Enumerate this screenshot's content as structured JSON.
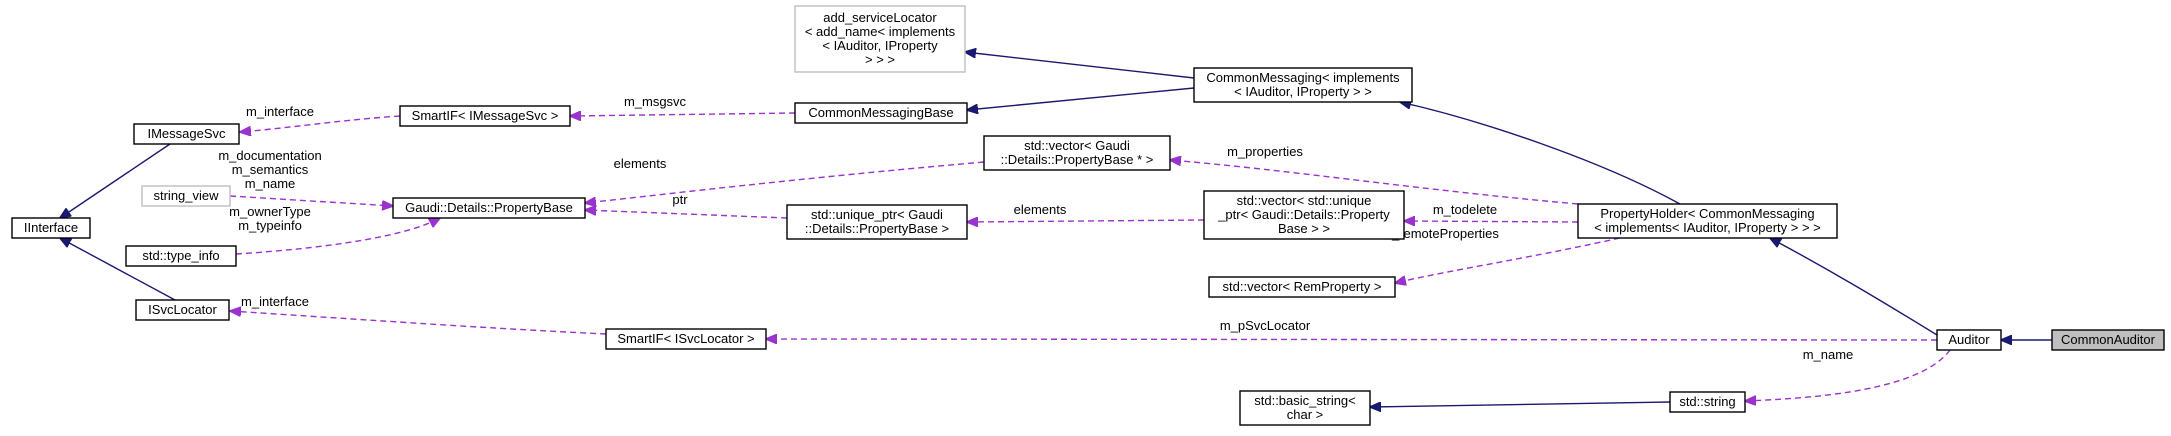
{
  "nodes": {
    "iinterface": {
      "lines": [
        "IInterface"
      ]
    },
    "imessagesvc": {
      "lines": [
        "IMessageSvc"
      ]
    },
    "isvclocator": {
      "lines": [
        "ISvcLocator"
      ]
    },
    "string_view": {
      "lines": [
        "string_view"
      ]
    },
    "type_info": {
      "lines": [
        "std::type_info"
      ]
    },
    "smartif_msgsvc": {
      "lines": [
        "SmartIF< IMessageSvc >"
      ]
    },
    "propertybase": {
      "lines": [
        "Gaudi::Details::PropertyBase"
      ]
    },
    "smartif_svcloc": {
      "lines": [
        "SmartIF< ISvcLocator >"
      ]
    },
    "add_servicelocator": {
      "lines": [
        "add_serviceLocator",
        "< add_name< implements",
        "< IAuditor, IProperty",
        "> > >"
      ]
    },
    "commonmessagingbase": {
      "lines": [
        "CommonMessagingBase"
      ]
    },
    "unique_ptr": {
      "lines": [
        "std::unique_ptr< Gaudi",
        "::Details::PropertyBase >"
      ]
    },
    "vector_ptr": {
      "lines": [
        "std::vector< Gaudi",
        "::Details::PropertyBase * >"
      ]
    },
    "commonmessaging": {
      "lines": [
        "CommonMessaging< implements",
        "< IAuditor, IProperty > >"
      ]
    },
    "vector_unique": {
      "lines": [
        "std::vector< std::unique",
        "_ptr< Gaudi::Details::Property",
        "Base > >"
      ]
    },
    "vector_remprop": {
      "lines": [
        "std::vector< RemProperty >"
      ]
    },
    "propertyholder": {
      "lines": [
        "PropertyHolder< CommonMessaging",
        "< implements< IAuditor, IProperty > > >"
      ]
    },
    "basic_string": {
      "lines": [
        "std::basic_string<",
        "char >"
      ]
    },
    "std_string": {
      "lines": [
        "std::string"
      ]
    },
    "auditor": {
      "lines": [
        "Auditor"
      ]
    },
    "commonauditor": {
      "lines": [
        "CommonAuditor"
      ]
    }
  },
  "edges": [
    {
      "from": "imessagesvc",
      "to": "iinterface",
      "kind": "inheritance",
      "label": []
    },
    {
      "from": "isvclocator",
      "to": "iinterface",
      "kind": "inheritance",
      "label": []
    },
    {
      "from": "smartif_msgsvc",
      "to": "imessagesvc",
      "kind": "usage",
      "label": [
        "m_interface"
      ]
    },
    {
      "from": "string_view",
      "to": "propertybase",
      "kind": "usage",
      "label": [
        "m_documentation",
        "m_semantics",
        "m_name"
      ]
    },
    {
      "from": "type_info",
      "to": "propertybase",
      "kind": "usage",
      "label": [
        "m_ownerType",
        "m_typeinfo"
      ]
    },
    {
      "from": "smartif_svcloc",
      "to": "isvclocator",
      "kind": "usage",
      "label": [
        "m_interface"
      ]
    },
    {
      "from": "commonmessagingbase",
      "to": "smartif_msgsvc",
      "kind": "usage",
      "label": [
        "m_msgsvc"
      ]
    },
    {
      "from": "vector_ptr",
      "to": "propertybase",
      "kind": "usage",
      "label": [
        "elements"
      ]
    },
    {
      "from": "unique_ptr",
      "to": "propertybase",
      "kind": "usage",
      "label": [
        "ptr"
      ]
    },
    {
      "from": "commonmessaging",
      "to": "add_servicelocator",
      "kind": "inheritance",
      "label": []
    },
    {
      "from": "commonmessaging",
      "to": "commonmessagingbase",
      "kind": "inheritance",
      "label": []
    },
    {
      "from": "vector_unique",
      "to": "unique_ptr",
      "kind": "usage",
      "label": [
        "elements"
      ]
    },
    {
      "from": "propertyholder",
      "to": "commonmessaging",
      "kind": "inheritance",
      "label": []
    },
    {
      "from": "propertyholder",
      "to": "vector_ptr",
      "kind": "usage",
      "label": [
        "m_properties"
      ]
    },
    {
      "from": "propertyholder",
      "to": "vector_unique",
      "kind": "usage",
      "label": [
        "m_todelete"
      ]
    },
    {
      "from": "propertyholder",
      "to": "vector_remprop",
      "kind": "usage",
      "label": [
        "m_remoteProperties"
      ]
    },
    {
      "from": "auditor",
      "to": "propertyholder",
      "kind": "inheritance",
      "label": []
    },
    {
      "from": "auditor",
      "to": "smartif_svcloc",
      "kind": "usage",
      "label": [
        "m_pSvcLocator"
      ]
    },
    {
      "from": "auditor",
      "to": "std_string",
      "kind": "usage",
      "label": [
        "m_name"
      ]
    },
    {
      "from": "std_string",
      "to": "basic_string",
      "kind": "inheritance",
      "label": []
    },
    {
      "from": "commonauditor",
      "to": "auditor",
      "kind": "inheritance",
      "label": []
    }
  ],
  "colors": {
    "inheritance_edge": "#191970",
    "usage_edge": "#9a32cd",
    "node_border": "#000000",
    "external_node_border": "#bfbfbf",
    "focus_node_fill": "#bfbfbf"
  }
}
